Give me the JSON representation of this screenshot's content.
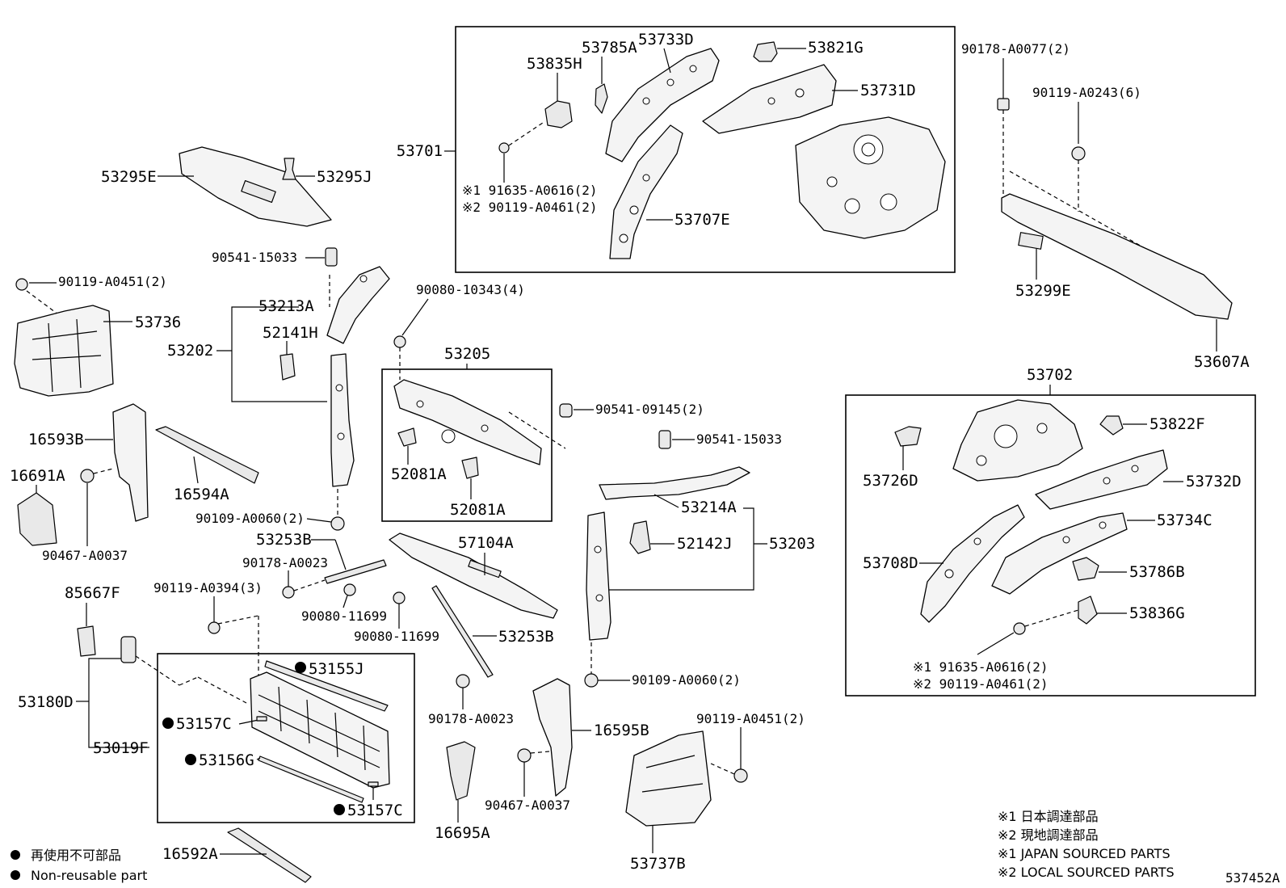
{
  "labels": {
    "p53701": "53701",
    "p53785A": "53785A",
    "p53733D": "53733D",
    "p53821G": "53821G",
    "p53835H": "53835H",
    "p53731D": "53731D",
    "p53707E": "53707E",
    "note1_a": "※1 91635-A0616(2)",
    "note2_a": "※2 90119-A0461(2)",
    "p53295E": "53295E",
    "p53295J": "53295J",
    "p90541_15033_a": "90541-15033",
    "p90119_A0451_a": "90119-A0451(2)",
    "p53736": "53736",
    "p53213A": "53213A",
    "p52141H": "52141H",
    "p53202": "53202",
    "p90080_10343": "90080-10343(4)",
    "p53205": "53205",
    "p90541_09145": "90541-09145(2)",
    "p52081A_1": "52081A",
    "p52081A_2": "52081A",
    "p16593B": "16593B",
    "p16691A": "16691A",
    "p16594A": "16594A",
    "p90467_A0037_a": "90467-A0037",
    "p90109_A0060_a": "90109-A0060(2)",
    "p53253B_a": "53253B",
    "p90178_A0023_a": "90178-A0023",
    "p90119_A0394": "90119-A0394(3)",
    "p90080_11699_a": "90080-11699",
    "p90080_11699_b": "90080-11699",
    "p57104A": "57104A",
    "p53253B_b": "53253B",
    "p90541_15033_b": "90541-15033",
    "p53214A": "53214A",
    "p52142J": "52142J",
    "p53203": "53203",
    "p90109_A0060_b": "90109-A0060(2)",
    "p85667F": "85667F",
    "p53180D": "53180D",
    "p53019F": "53019F",
    "p53155J": "53155J",
    "p53157C_a": "53157C",
    "p53156G": "53156G",
    "p53157C_b": "53157C",
    "p90178_A0023_b": "90178-A0023",
    "p16595B": "16595B",
    "p90467_A0037_b": "90467-A0037",
    "p16695A": "16695A",
    "p90119_A0451_b": "90119-A0451(2)",
    "p53737B": "53737B",
    "p16592A": "16592A",
    "p90178_A0077": "90178-A0077(2)",
    "p90119_A0243": "90119-A0243(6)",
    "p53299E": "53299E",
    "p53607A": "53607A",
    "p53702": "53702",
    "p53822F": "53822F",
    "p53726D": "53726D",
    "p53732D": "53732D",
    "p53734C": "53734C",
    "p53708D": "53708D",
    "p53786B": "53786B",
    "p53836G": "53836G",
    "note1_b": "※1 91635-A0616(2)",
    "note2_b": "※2 90119-A0461(2)"
  },
  "legend": {
    "nonreusable_jp": "再使用不可部品",
    "nonreusable_en": "Non-reusable part",
    "src1_jp": "※1  日本調達部品",
    "src2_jp": "※2  現地調達部品",
    "src1_en": "※1  JAPAN SOURCED PARTS",
    "src2_en": "※2  LOCAL SOURCED PARTS"
  },
  "diagram_id": "537452A"
}
